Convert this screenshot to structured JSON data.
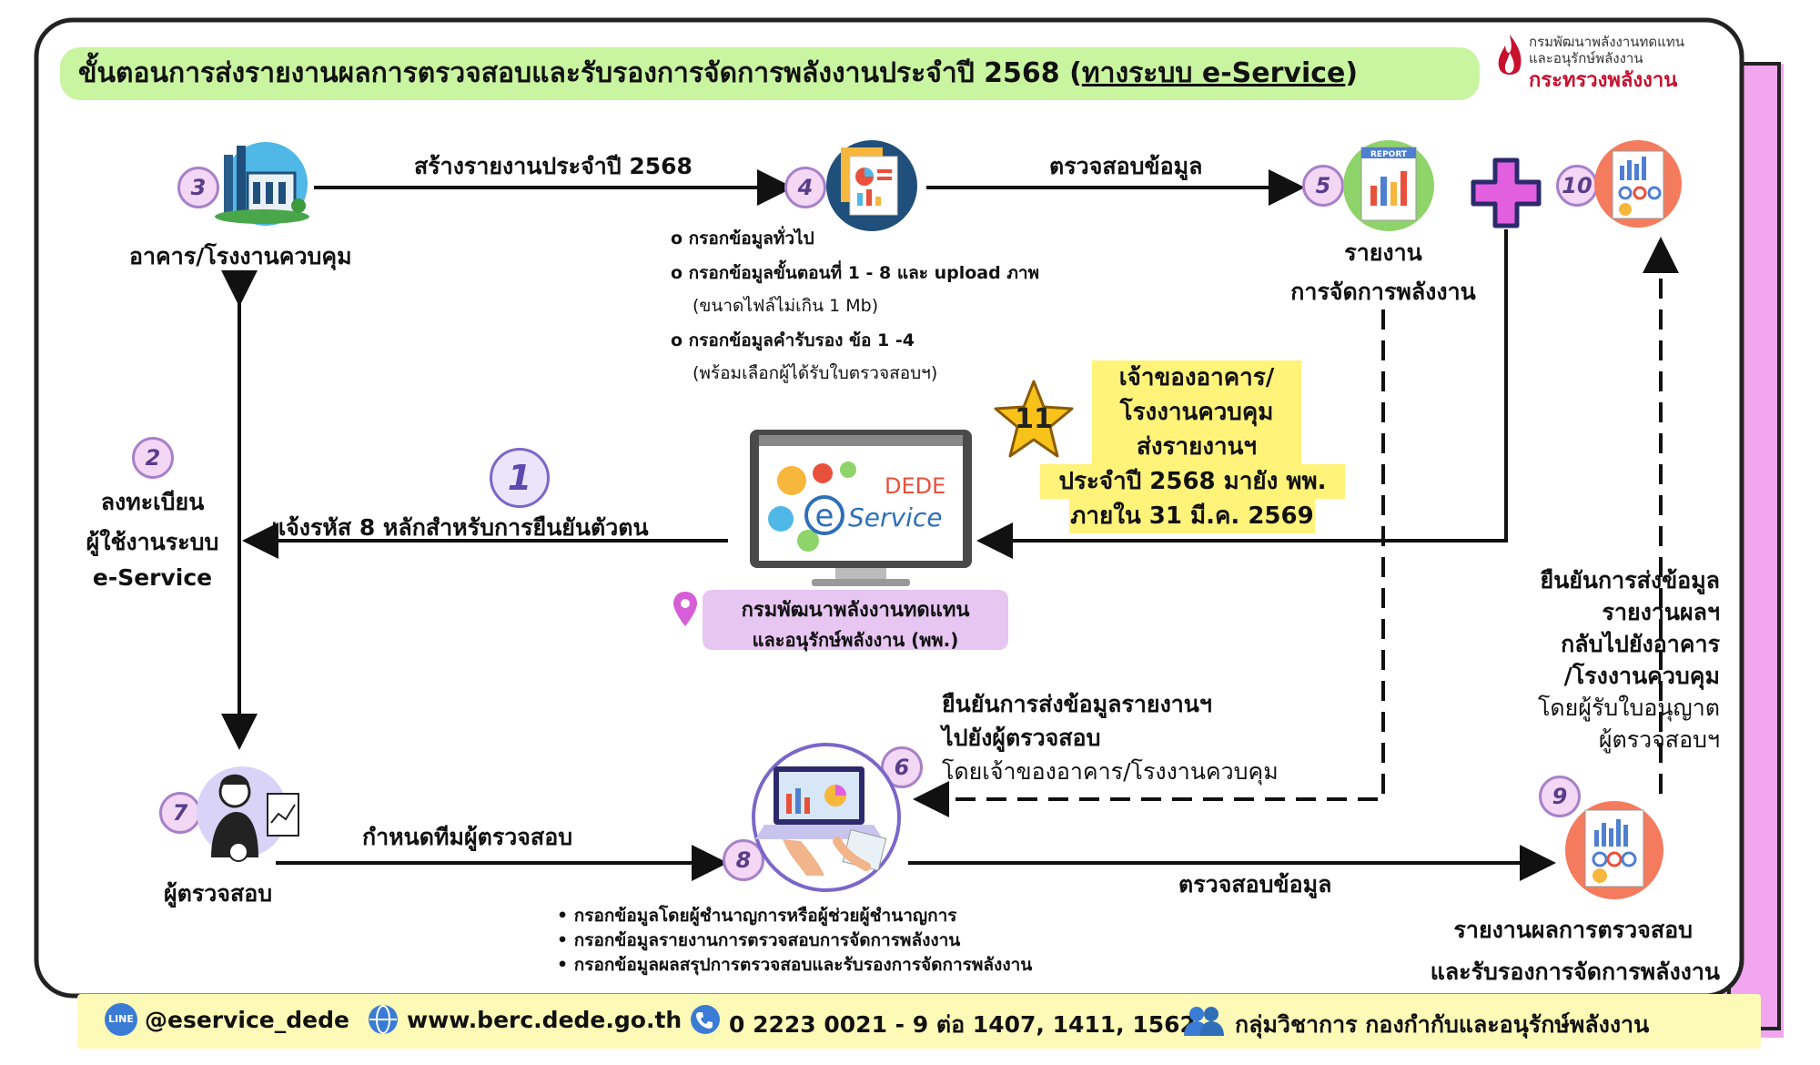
{
  "title": {
    "main": "ขั้นตอนการส่งรายงานผลการตรวจสอบและรับรองการจัดการพลังงานประจำปี 2568 (",
    "underlined": "ทางระบบ e-Service",
    "close": ")"
  },
  "logo": {
    "line1": "กรมพัฒนาพลังงานทดแทน",
    "line2": "และอนุรักษ์พลังงาน",
    "line3": "กระทรวงพลังงาน"
  },
  "steps": {
    "s1": {
      "num": "1"
    },
    "s2": {
      "num": "2",
      "line1": "ลงทะเบียน",
      "line2": "ผู้ใช้งานระบบ",
      "line3": "e-Service"
    },
    "s3": {
      "num": "3",
      "label": "อาคาร/โรงงานควบคุม"
    },
    "s4": {
      "num": "4"
    },
    "s5": {
      "num": "5",
      "line1": "รายงาน",
      "line2": "การจัดการพลังงาน"
    },
    "s6": {
      "num": "6"
    },
    "s7": {
      "num": "7",
      "label": "ผู้ตรวจสอบ"
    },
    "s8": {
      "num": "8"
    },
    "s9": {
      "num": "9",
      "line1": "รายงานผลการตรวจสอบ",
      "line2": "และรับรองการจัดการพลังงาน"
    },
    "s10": {
      "num": "10"
    },
    "s11": {
      "num": "11"
    }
  },
  "arrows": {
    "create_report": "สร้างรายงานประจำปี 2568",
    "verify_top": "ตรวจสอบข้อมูล",
    "notify_code": "แจ้งรหัส 8 หลักสำหรับการยืนยันตัวตน",
    "assign_team": "กำหนดทีมผู้ตรวจสอบ",
    "verify_bottom": "ตรวจสอบข้อมูล"
  },
  "step4_bullets": [
    {
      "text": "กรอกข้อมูลทั่วไป",
      "sub": ""
    },
    {
      "text": "กรอกข้อมูลขั้นตอนที่ 1 - 8 และ upload ภาพ",
      "sub": "(ขนาดไฟล์ไม่เกิน 1 Mb)"
    },
    {
      "text": "กรอกข้อมูลคำรับรอง ข้อ 1 -4",
      "sub": "(พร้อมเลือกผู้ได้รับใบตรวจสอบฯ)"
    }
  ],
  "step8_bullets": [
    "กรอกข้อมูลโดยผู้ชำนาญการหรือผู้ช่วยผู้ชำนาญการ",
    "กรอกข้อมูลรายงานการตรวจสอบการจัดการพลังงาน",
    "กรอกข้อมูลผลสรุปการตรวจสอบและรับรองการจัดการพลังงาน"
  ],
  "owner_submit": [
    "เจ้าของอาคาร/",
    "โรงงานควบคุม",
    "ส่งรายงานฯ",
    "ประจำปี 2568 มายัง พพ.",
    "ภายใน 31 มี.ค. 2569"
  ],
  "dede": {
    "screen_line1": "DEDE",
    "screen_e": "e",
    "screen_service": "Service",
    "line1": "กรมพัฒนาพลังงานทดแทน",
    "line2": "และอนุรักษ์พลังงาน (พพ.)"
  },
  "confirm_to_inspector": {
    "line1": "ยืนยันการส่งข้อมูลรายงานฯ",
    "line2": "ไปยังผู้ตรวจสอบ",
    "line3": "โดยเจ้าของอาคาร/โรงงานควบคุม"
  },
  "confirm_back": {
    "line1": "ยืนยันการส่งข้อมูล",
    "line2": "รายงานผลฯ",
    "line3": "กลับไปยังอาคาร",
    "line4": "/โรงงานควบคุม",
    "line5": "โดยผู้รับใบอนุญาต",
    "line6": "ผู้ตรวจสอบฯ"
  },
  "report_badge": "REPORT",
  "footer": {
    "line": "@eservice_dede",
    "web": "www.berc.dede.go.th",
    "phone": "0 2223 0021 - 9 ต่อ 1407, 1411, 1562",
    "group": "กลุ่มวิชาการ กองกำกับและอนุรักษ์พลังงาน"
  },
  "colors": {
    "title_bg": "#c9f5a0",
    "highlight_yellow": "#fff37a",
    "dede_pill": "#e7c6f2",
    "pink_side": "#f3a6f0",
    "footer_bg": "#fdfab8",
    "logo_red": "#c8102e"
  }
}
